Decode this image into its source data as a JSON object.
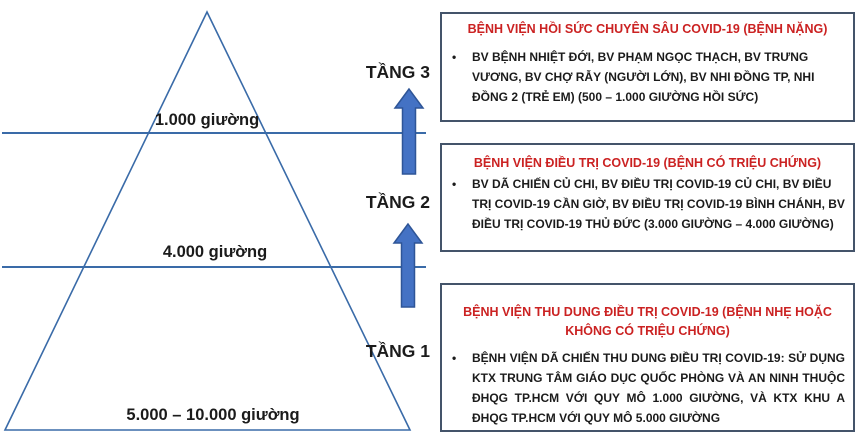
{
  "colors": {
    "line_blue": "#3A6BA8",
    "arrow_fill": "#4472C4",
    "arrow_border": "#2E5597",
    "box_border": "#44546A",
    "title_red": "#CB2222",
    "text_black": "#1B1B1B"
  },
  "ui": {
    "bullet_marker": "•"
  },
  "tiers": [
    {
      "label": "TẦNG 3",
      "beds": "1.000 giường",
      "box_title": "BỆNH VIỆN HỒI SỨC CHUYÊN SÂU COVID-19 (BỆNH NẶNG)",
      "box_text": "BV BỆNH NHIỆT ĐỚI, BV PHẠM NGỌC THẠCH, BV TRƯNG VƯƠNG, BV CHỢ RẪY (NGƯỜI LỚN), BV NHI ĐỒNG TP, NHI ĐỒNG 2 (TRẺ EM) (500 – 1.000 GIƯỜNG HỒI SỨC)"
    },
    {
      "label": "TẦNG 2",
      "beds": "4.000 giường",
      "box_title": "BỆNH VIỆN ĐIỀU TRỊ COVID-19 (BỆNH CÓ TRIỆU CHỨNG)",
      "box_text": "BV DÃ CHIẾN CỦ CHI, BV ĐIỀU TRỊ COVID-19 CỦ CHI, BV ĐIỀU TRỊ COVID-19 CẦN GIỜ, BV ĐIỀU TRỊ COVID-19 BÌNH CHÁNH, BV ĐIỀU TRỊ COVID-19 THỦ ĐỨC (3.000 GIƯỜNG – 4.000 GIƯỜNG)"
    },
    {
      "label": "TẦNG 1",
      "beds": "5.000 – 10.000 giường",
      "box_title": "BỆNH VIỆN THU DUNG ĐIỀU TRỊ COVID-19 (BỆNH NHẸ HOẶC KHÔNG CÓ TRIỆU CHỨNG)",
      "box_text": "BỆNH VIỆN DÃ CHIẾN THU DUNG ĐIỀU TRỊ COVID-19: SỬ DỤNG KTX TRUNG TÂM GIÁO DỤC QUỐC PHÒNG VÀ AN NINH THUỘC ĐHQG TP.HCM VỚI QUY MÔ 1.000 GIƯỜNG, VÀ KTX KHU A ĐHQG TP.HCM VỚI QUY MÔ 5.000 GIƯỜNG"
    }
  ]
}
